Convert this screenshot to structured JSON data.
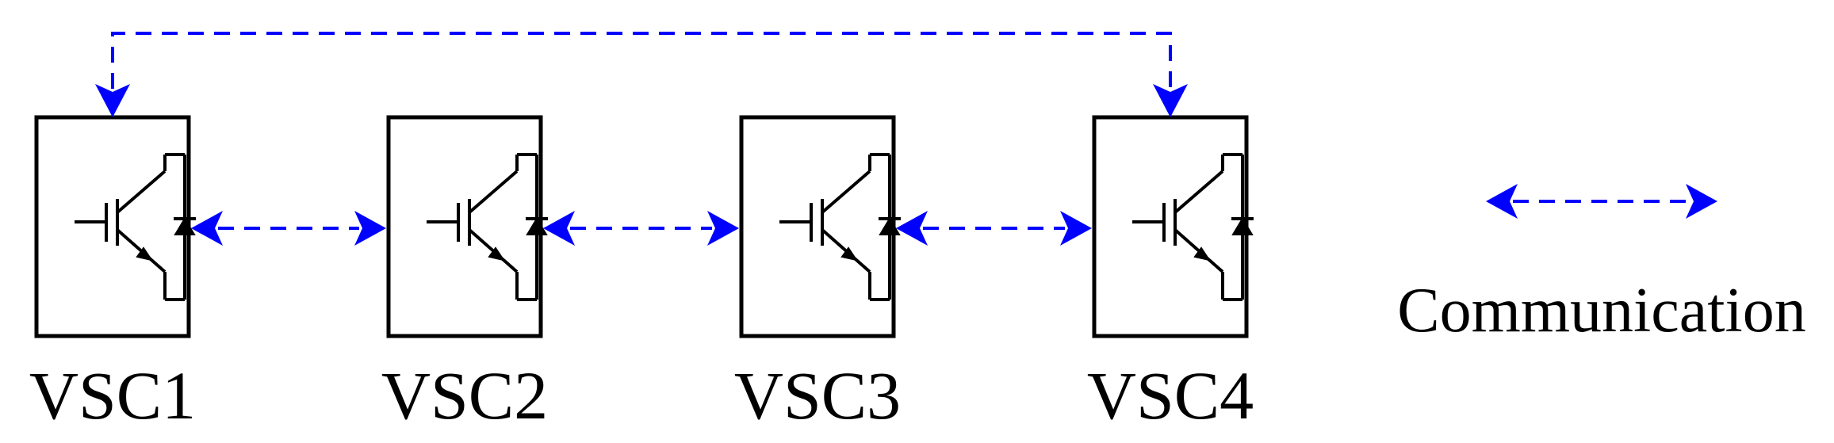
{
  "converters": [
    {
      "label": "VSC1"
    },
    {
      "label": "VSC2"
    },
    {
      "label": "VSC3"
    },
    {
      "label": "VSC4"
    }
  ],
  "links": [
    {
      "from": "VSC1",
      "to": "VSC2"
    },
    {
      "from": "VSC2",
      "to": "VSC3"
    },
    {
      "from": "VSC3",
      "to": "VSC4"
    },
    {
      "from": "VSC1",
      "to": "VSC4",
      "route": "top"
    }
  ],
  "legend": {
    "label": "Communication"
  },
  "colors": {
    "communication": "#0000ff",
    "symbol": "#000000"
  },
  "icons": {
    "converter": "igbt-with-antiparallel-diode-icon"
  }
}
